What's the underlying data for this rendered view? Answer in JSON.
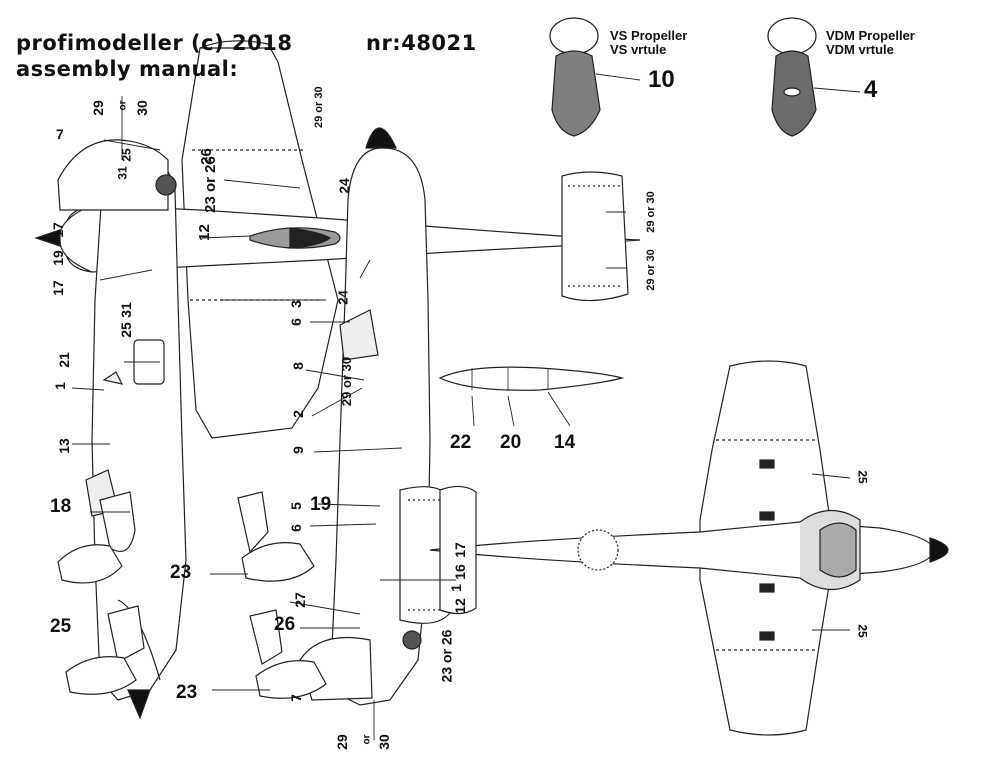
{
  "header": {
    "brand": "profimodeller (c) 2018",
    "subtitle": "assembly manual:",
    "product_number": "nr:48021"
  },
  "legend": {
    "vs_title": "VS Propeller",
    "vs_subtitle": "VS vrtule",
    "vs_number": "10",
    "vdm_title": "VDM Propeller",
    "vdm_subtitle": "VDM vrtule",
    "vdm_number": "4"
  },
  "colors": {
    "vs_spinner": "#7f7f7f",
    "vdm_spinner": "#6b6b6b",
    "line": "#222222",
    "fill": "#ffffff"
  },
  "drop_tank_labels": [
    "22",
    "20",
    "14"
  ],
  "callouts": {
    "c29a": "29",
    "c_or_a": "or",
    "c30a": "30",
    "c29or30_wing": "29 or 30",
    "c7a": "7",
    "c31": "31",
    "c25a": "25",
    "c26a": "26",
    "c23or26_top": "23 or 26",
    "c24a": "24",
    "c17a": "17",
    "c12a": "12",
    "c19": "19",
    "c17b": "17",
    "c24b": "24",
    "c6a": "6",
    "c3": "3",
    "c25b": "25",
    "c31b": "31",
    "c1": "1",
    "c21": "21",
    "c8": "8",
    "c29or30_mid": "29 or 30",
    "c2": "2",
    "c13": "13",
    "c9": "9",
    "c18": "18",
    "c5": "5",
    "c19b": "19",
    "c6b": "6",
    "c23a": "23",
    "c25c": "25",
    "c27": "27",
    "c26b": "26",
    "c23b": "23",
    "c7b": "7",
    "c17c": "17",
    "c16": "16",
    "c1b": "1",
    "c12b": "12",
    "c23or26_bottom": "23 or 26",
    "c29b": "29",
    "c_or_b": "or",
    "c30b": "30",
    "c29or30_tail_top": "29 or 30",
    "c29or30_tail_bottom": "29 or 30",
    "c25_right_top": "25",
    "c25_right_bottom": "25"
  }
}
